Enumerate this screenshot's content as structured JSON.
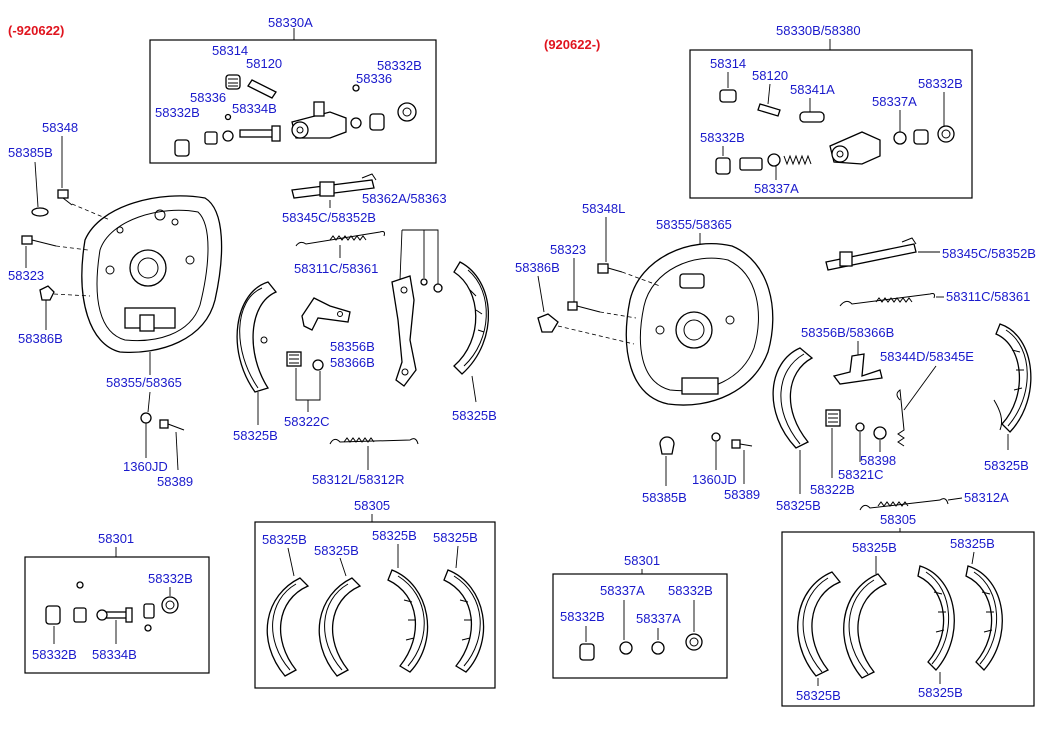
{
  "left": {
    "range": "(-920622)",
    "labels": {
      "l58330a": "58330A",
      "l58314": "58314",
      "l58120": "58120",
      "l58332b_top": "58332B",
      "l58336_a": "58336",
      "l58336_b": "58336",
      "l58332b_mid": "58332B",
      "l58334b": "58334B",
      "l58348": "58348",
      "l58385b": "58385B",
      "l58323": "58323",
      "l58386b": "58386B",
      "l58355": "58355/58365",
      "l1360jd": "1360JD",
      "l58389": "58389",
      "l58345c": "58345C/58352B",
      "l58311c": "58311C/58361",
      "l58362a": "58362A/58363",
      "l58356b": "58356B",
      "l58366b": "58366B",
      "l58322c": "58322C",
      "l58325b_a": "58325B",
      "l58325b_b": "58325B",
      "l58312l": "58312L/58312R",
      "l58305": "58305",
      "l58325b_k1": "58325B",
      "l58325b_k2": "58325B",
      "l58325b_k3": "58325B",
      "l58325b_k4": "58325B",
      "l58301": "58301",
      "l58332b_r": "58332B",
      "l58332b_l": "58332B",
      "l58334b_k": "58334B"
    }
  },
  "right": {
    "range": "(920622-)",
    "labels": {
      "r58330b": "58330B/58380",
      "r58314": "58314",
      "r58120": "58120",
      "r58341a": "58341A",
      "r58332b_top": "58332B",
      "r58337a_top": "58337A",
      "r58332b_mid": "58332B",
      "r58337a_bot": "58337A",
      "r58348l": "58348L",
      "r58355": "58355/58365",
      "r58323": "58323",
      "r58386b": "58386B",
      "r58345c": "58345C/58352B",
      "r58311c": "58311C/58361",
      "r58356b": "58356B/58366B",
      "r58344d": "58344D/58345E",
      "r58398": "58398",
      "r58321c": "58321C",
      "r58322b": "58322B",
      "r58325b_a": "58325B",
      "r58325b_b": "58325B",
      "r58385b": "58385B",
      "r1360jd": "1360JD",
      "r58389": "58389",
      "r58312a": "58312A",
      "r58305": "58305",
      "r58325b_k1": "58325B",
      "r58325b_k2": "58325B",
      "r58325b_k3": "58325B",
      "r58325b_k4": "58325B",
      "r58301": "58301",
      "r58337a_k1": "58337A",
      "r58332b_k1": "58332B",
      "r58332b_k2": "58332B",
      "r58337a_k2": "58337A"
    }
  }
}
